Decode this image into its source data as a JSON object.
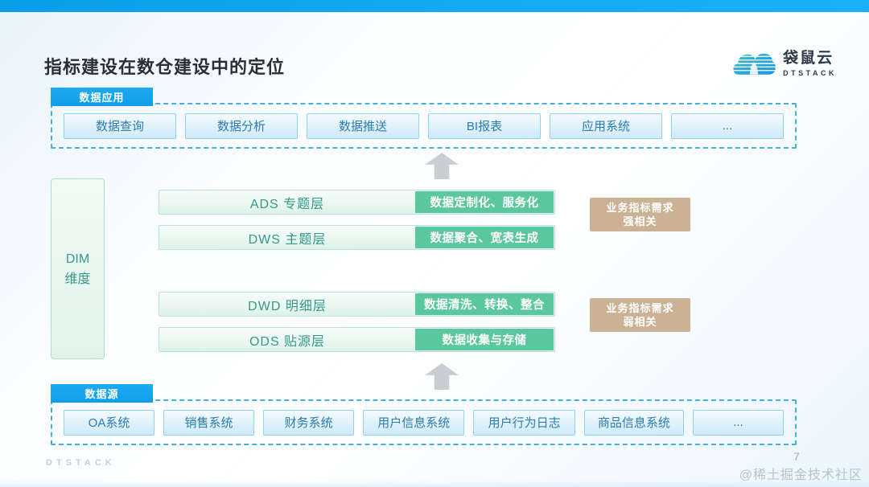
{
  "page": {
    "title": "指标建设在数仓建设中的定位",
    "page_number": "7",
    "watermark": "@稀土掘金技术社区",
    "footer_brand": "DTSTACK"
  },
  "logo": {
    "name_cn": "袋鼠云",
    "name_en": "DTSTACK",
    "icon": "kangaroo-cloud-icon"
  },
  "colors": {
    "top_bar_blue": "#12aaf2",
    "tab_blue": "#17a7ef",
    "dashed_border_blue": "#45aee3",
    "blue_item_border": "#90d2f1",
    "blue_item_text": "#2c7cb0",
    "green_layer_text": "#35998a",
    "green_tag": "#5ac79f",
    "tan_box": "#cbb294",
    "arrow_gray": "#c9ced3"
  },
  "icons": [
    "kangaroo-cloud-icon",
    "arrow-up-icon"
  ],
  "data_apps": {
    "label": "数据应用",
    "items": [
      "数据查询",
      "数据分析",
      "数据推送",
      "BI报表",
      "应用系统",
      "..."
    ]
  },
  "dim": {
    "line1": "DIM",
    "line2": "维度"
  },
  "layers": [
    {
      "name": "ADS 专题层",
      "tag": "数据定制化、服务化"
    },
    {
      "name": "DWS 主题层",
      "tag": "数据聚合、宽表生成"
    },
    {
      "name": "DWD 明细层",
      "tag": "数据清洗、转换、整合"
    },
    {
      "name": "ODS 贴源层",
      "tag": "数据收集与存储"
    }
  ],
  "requirements": [
    {
      "line1": "业务指标需求",
      "line2": "强相关"
    },
    {
      "line1": "业务指标需求",
      "line2": "弱相关"
    }
  ],
  "data_sources": {
    "label": "数据源",
    "items": [
      "OA系统",
      "销售系统",
      "财务系统",
      "用户信息系统",
      "用户行为日志",
      "商品信息系统",
      "..."
    ]
  }
}
